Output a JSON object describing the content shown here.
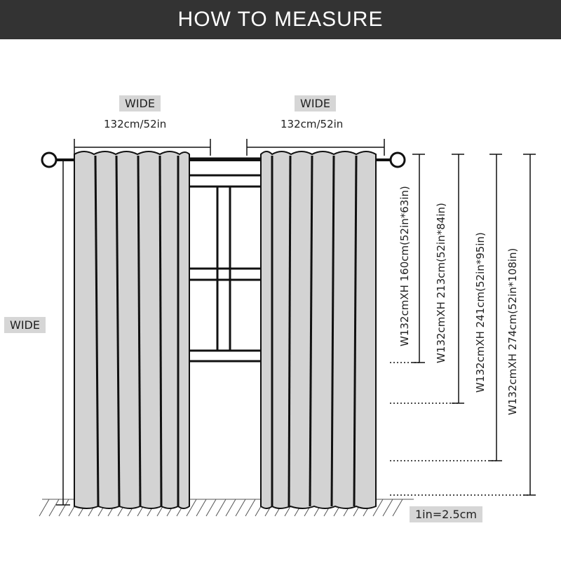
{
  "header": {
    "title": "HOW TO MEASURE"
  },
  "left_width": {
    "tag": "WIDE",
    "value": "132cm/52in"
  },
  "right_width": {
    "tag": "WIDE",
    "value": "132cm/52in"
  },
  "height_tag": "WIDE",
  "sizes": [
    "W132cmXH 160cm(52in*63in)",
    "W132cmXH 213cm(52in*84in)",
    "W132cmXH 241cm(52in*95in)",
    "W132cmXH 274cm(52in*108in)"
  ],
  "conversion": "1in=2.5cm",
  "colors": {
    "header_bg": "#333333",
    "tag_bg": "#d6d6d6",
    "curtain": "#d3d3d3"
  }
}
